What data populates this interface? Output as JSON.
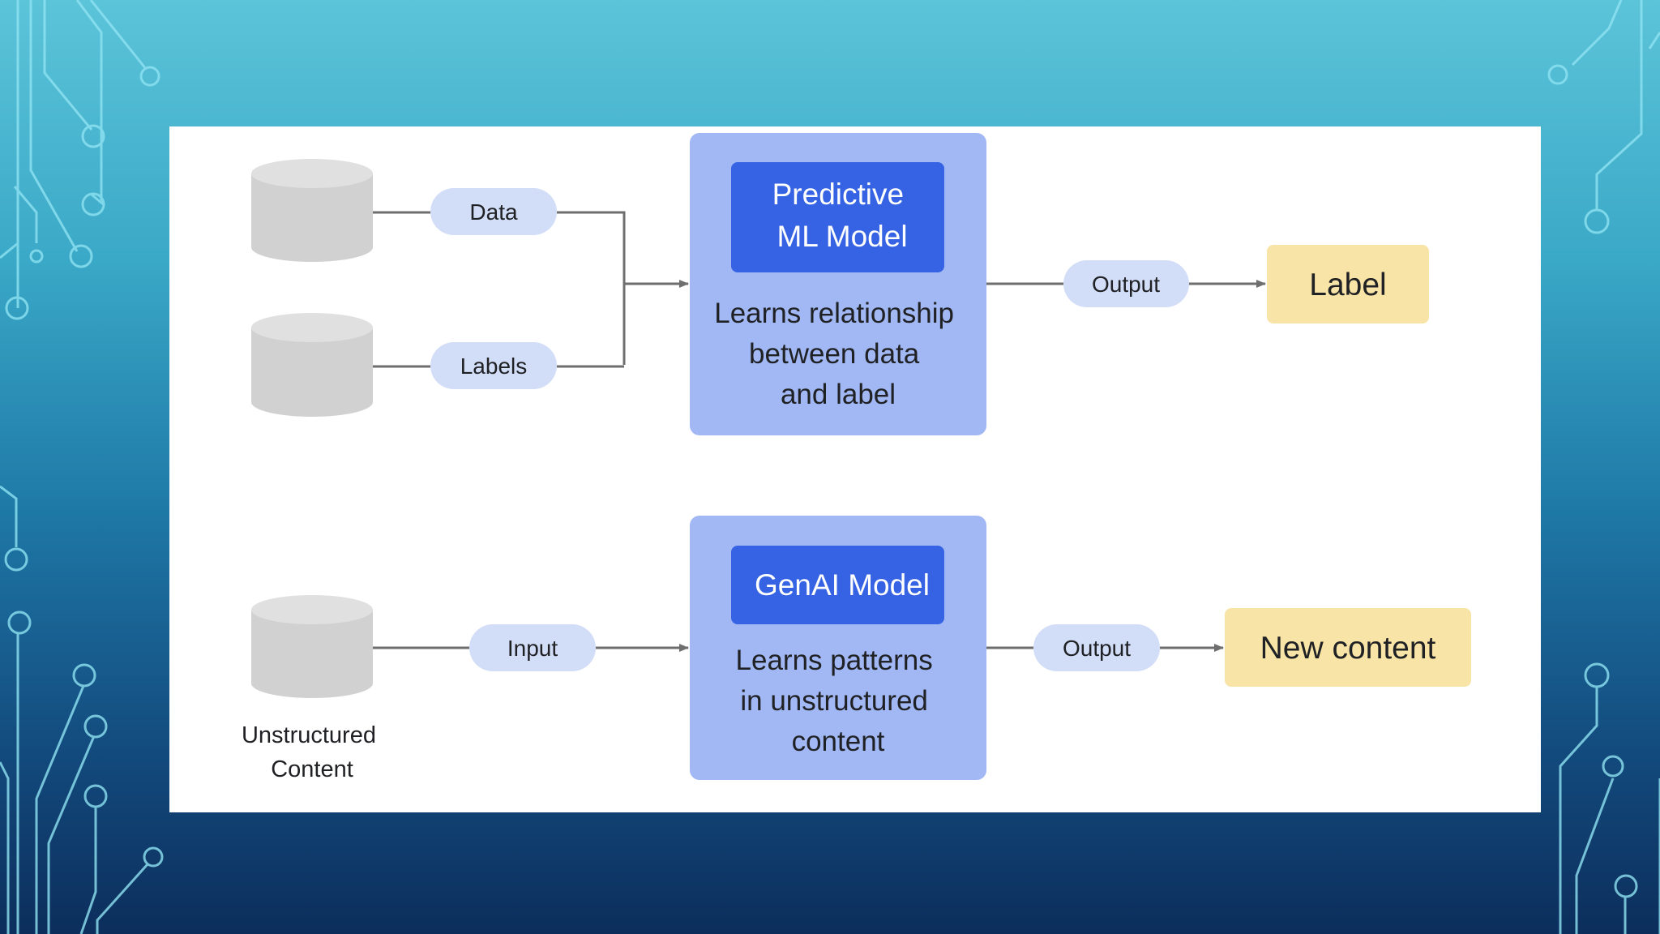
{
  "colors": {
    "model_outer": "#a1b8f4",
    "model_inner": "#3563e3",
    "pill": "#d2def8",
    "result": "#f8e4a6",
    "database": "#d1d1d1",
    "database_top": "#e0e0e0",
    "connector": "#6e6e6e",
    "circuit": "#8fe3f2"
  },
  "top_row": {
    "data_pill": "Data",
    "labels_pill": "Labels",
    "model_title": [
      "Predictive",
      "ML Model"
    ],
    "model_desc": [
      "Learns relationship",
      "between data",
      "and label"
    ],
    "output_pill": "Output",
    "result": "Label"
  },
  "bottom_row": {
    "source_caption": [
      "Unstructured",
      "Content"
    ],
    "input_pill": "Input",
    "model_title": [
      "GenAI Model"
    ],
    "model_desc": [
      "Learns patterns",
      "in unstructured",
      "content"
    ],
    "output_pill": "Output",
    "result": "New content"
  }
}
